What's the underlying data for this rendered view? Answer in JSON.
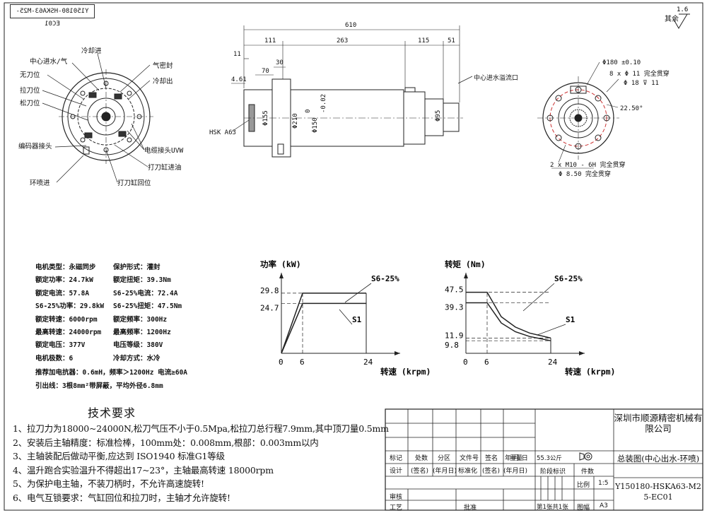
{
  "stamp": "Y150180-HSKA63-M25-EC01",
  "roughness": {
    "label": "其余",
    "value": "1.6"
  },
  "front_view_labels": {
    "coolant_in": "冷却进",
    "center_water": "中心进水/气",
    "air_seal": "气密封",
    "no_tool": "无刀位",
    "coolant_out": "冷却出",
    "clamp": "拉刀位",
    "release": "松刀位",
    "encoder": "编码器接头",
    "cable_uvw": "电缆接头UVW",
    "cylinder_oil_in": "打刀缸进油",
    "ring_spray_in": "环喷进",
    "cylinder_return": "打刀缸回位"
  },
  "side_view": {
    "dims": {
      "total": "610",
      "d111": "111",
      "d263": "263",
      "d115": "115",
      "d51": "51",
      "d11": "11",
      "d30": "30",
      "d70": "70",
      "d461": "4.61"
    },
    "diameters": {
      "d155": "Φ155",
      "d210": "Φ210",
      "d150": "Φ150",
      "tol0": "0",
      "tol": "-0.02",
      "d95": "Φ95"
    },
    "hsk": "HSK A63",
    "overflow": "中心进水溢流口"
  },
  "rear_view": {
    "d180": "Φ180 ±0.10",
    "holes": "8 x Φ 11 完全贯穿",
    "cbore": "Φ 18 ⊽ 11",
    "angle": "22.50°",
    "thread": "2 x M10 - 6H 完全贯穿",
    "pin": "Φ 8.50 完全贯穿"
  },
  "specs": {
    "left": [
      "电机类型：永磁同步",
      "额定功率：24.7kW",
      "额定电流：57.8A",
      "S6-25%功率：29.8kW",
      "额定转速：6000rpm",
      "最高转速：24000rpm",
      "额定电压：377V",
      "电机极数：6"
    ],
    "right": [
      "保护形式：灌封",
      "额定扭矩：39.3Nm",
      "S6-25%电流：72.4A",
      "S6-25%扭矩：47.5Nm",
      "额定频率：300Hz",
      "最高频率：1200Hz",
      "电压等级：380V",
      "冷却方式：水冷"
    ],
    "extra1": "推荐加电抗器：0.6mH，频率＞1200Hz 电流≥60A",
    "extra2": "引出线：3根8mm²带屏蔽，平均外径6.8mm"
  },
  "chart_data": [
    {
      "type": "line",
      "title": "",
      "ylabel": "功率 (kW)",
      "xlabel": "转速 (krpm)",
      "ylim": [
        0,
        35
      ],
      "xlim": [
        0,
        30
      ],
      "x_ticks": [
        "0",
        "6",
        "24"
      ],
      "y_ticks": [
        "29.8",
        "24.7"
      ],
      "series": [
        {
          "name": "S6-25%",
          "points": [
            [
              0,
              0
            ],
            [
              6,
              29.8
            ],
            [
              24,
              29.8
            ]
          ]
        },
        {
          "name": "S1",
          "points": [
            [
              0,
              0
            ],
            [
              6,
              24.7
            ],
            [
              24,
              24.7
            ]
          ]
        }
      ]
    },
    {
      "type": "line",
      "title": "",
      "ylabel": "转矩 (Nm)",
      "xlabel": "转速 (krpm)",
      "ylim": [
        0,
        55
      ],
      "xlim": [
        0,
        30
      ],
      "x_ticks": [
        "0",
        "6",
        "24"
      ],
      "y_ticks": [
        "47.5",
        "39.3",
        "11.9",
        "9.8"
      ],
      "series": [
        {
          "name": "S6-25%",
          "points": [
            [
              0,
              47.5
            ],
            [
              6,
              47.5
            ],
            [
              10,
              28.5
            ],
            [
              14,
              20.4
            ],
            [
              18,
              15.8
            ],
            [
              24,
              11.9
            ]
          ]
        },
        {
          "name": "S1",
          "points": [
            [
              0,
              39.3
            ],
            [
              6,
              39.3
            ],
            [
              10,
              23.6
            ],
            [
              14,
              16.8
            ],
            [
              18,
              13.1
            ],
            [
              24,
              9.8
            ]
          ]
        }
      ]
    }
  ],
  "requirements": {
    "title": "技术要求",
    "items": [
      "1、拉刀力为18000~24000N,松刀气压不小于0.5Mpa,松拉刀总行程7.9mm,其中顶刀量0.5mm",
      "2、安装后主轴精度：标准检棒，100mm处：0.008mm,根部：0.003mm以内",
      "3、主轴装配后做动平衡,应达到 ISO1940 标准G1等级",
      "4、温升跑合实验温升不得超出17~23°，主轴最高转速 18000rpm",
      "5、为保护电主轴，不装刀柄时，不允许高速旋转!",
      "6、电气互锁要求：气缸回位和拉刀时，主轴才允许旋转!"
    ]
  },
  "title_block": {
    "company": "深圳市顺源精密机械有限公司",
    "drawing_name": "总装图(中心出水-环喷)",
    "drawing_no": "Y150180-HSKA63-M25-EC01",
    "row1": [
      "标记",
      "处数",
      "分区",
      "文件号",
      "签名",
      "年 月 日"
    ],
    "row2": [
      "设计",
      "(签名)",
      "(年月日)",
      "标准化",
      "(签名)",
      "(年月日)"
    ],
    "weight_label": "重量",
    "weight": "55.3公斤",
    "stage": "阶段标识",
    "pieces": "件数",
    "scale_label": "比例",
    "scale": "1:5",
    "review": "审核",
    "process": "工艺",
    "approve": "批准",
    "sheets": "第1张共1张",
    "format_label": "图幅",
    "format": "A3"
  }
}
